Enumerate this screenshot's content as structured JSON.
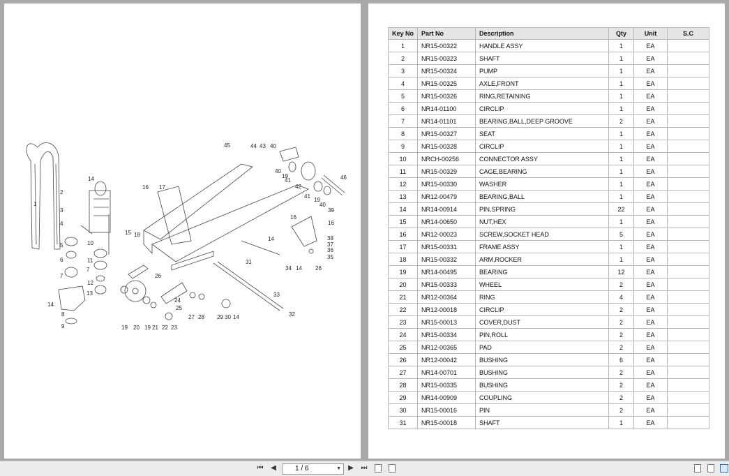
{
  "diagram": {
    "callouts": [
      "1",
      "2",
      "3",
      "4",
      "5",
      "6",
      "7",
      "8",
      "9",
      "10",
      "11",
      "7",
      "12",
      "13",
      "14",
      "14",
      "15",
      "16",
      "17",
      "18",
      "19",
      "20",
      "19",
      "21",
      "22",
      "23",
      "24",
      "25",
      "26",
      "27",
      "28",
      "29",
      "30",
      "14",
      "31",
      "32",
      "33",
      "14",
      "34",
      "14",
      "26",
      "35",
      "36",
      "37",
      "38",
      "16",
      "16",
      "39",
      "40",
      "19",
      "41",
      "42",
      "41",
      "40",
      "19",
      "40",
      "43",
      "44",
      "45",
      "46",
      "14"
    ]
  },
  "table": {
    "headers": [
      "Key No",
      "Part No",
      "Description",
      "Qty",
      "Unit",
      "S.C"
    ],
    "rows": [
      [
        "1",
        "NR15-00322",
        "HANDLE ASSY",
        "1",
        "EA",
        ""
      ],
      [
        "2",
        "NR15-00323",
        "SHAFT",
        "1",
        "EA",
        ""
      ],
      [
        "3",
        "NR15-00324",
        "PUMP",
        "1",
        "EA",
        ""
      ],
      [
        "4",
        "NR15-00325",
        "AXLE,FRONT",
        "1",
        "EA",
        ""
      ],
      [
        "5",
        "NR15-00326",
        "RING,RETAINING",
        "1",
        "EA",
        ""
      ],
      [
        "6",
        "NR14-01100",
        "CIRCLIP",
        "1",
        "EA",
        ""
      ],
      [
        "7",
        "NR14-01101",
        "BEARING,BALL,DEEP GROOVE",
        "2",
        "EA",
        ""
      ],
      [
        "8",
        "NR15-00327",
        "SEAT",
        "1",
        "EA",
        ""
      ],
      [
        "9",
        "NR15-00328",
        "CIRCLIP",
        "1",
        "EA",
        ""
      ],
      [
        "10",
        "NRCH-00256",
        "CONNECTOR ASSY",
        "1",
        "EA",
        ""
      ],
      [
        "11",
        "NR15-00329",
        "CAGE,BEARING",
        "1",
        "EA",
        ""
      ],
      [
        "12",
        "NR15-00330",
        "WASHER",
        "1",
        "EA",
        ""
      ],
      [
        "13",
        "NR12-00479",
        "BEARING,BALL",
        "1",
        "EA",
        ""
      ],
      [
        "14",
        "NR14-00914",
        "PIN,SPRING",
        "22",
        "EA",
        ""
      ],
      [
        "15",
        "NR14-00650",
        "NUT,HEX",
        "1",
        "EA",
        ""
      ],
      [
        "16",
        "NR12-00023",
        "SCREW,SOCKET HEAD",
        "5",
        "EA",
        ""
      ],
      [
        "17",
        "NR15-00331",
        "FRAME ASSY",
        "1",
        "EA",
        ""
      ],
      [
        "18",
        "NR15-00332",
        "ARM,ROCKER",
        "1",
        "EA",
        ""
      ],
      [
        "19",
        "NR14-00495",
        "BEARING",
        "12",
        "EA",
        ""
      ],
      [
        "20",
        "NR15-00333",
        "WHEEL",
        "2",
        "EA",
        ""
      ],
      [
        "21",
        "NR12-00364",
        "RING",
        "4",
        "EA",
        ""
      ],
      [
        "22",
        "NR12-00018",
        "CIRCLIP",
        "2",
        "EA",
        ""
      ],
      [
        "23",
        "NR15-00013",
        "COVER,DUST",
        "2",
        "EA",
        ""
      ],
      [
        "24",
        "NR15-00334",
        "PIN,ROLL",
        "2",
        "EA",
        ""
      ],
      [
        "25",
        "NR12-00365",
        "PAD",
        "2",
        "EA",
        ""
      ],
      [
        "26",
        "NR12-00042",
        "BUSHING",
        "6",
        "EA",
        ""
      ],
      [
        "27",
        "NR14-00701",
        "BUSHING",
        "2",
        "EA",
        ""
      ],
      [
        "28",
        "NR15-00335",
        "BUSHING",
        "2",
        "EA",
        ""
      ],
      [
        "29",
        "NR14-00909",
        "COUPLING",
        "2",
        "EA",
        ""
      ],
      [
        "30",
        "NR15-00016",
        "PIN",
        "2",
        "EA",
        ""
      ],
      [
        "31",
        "NR15-00018",
        "SHAFT",
        "1",
        "EA",
        ""
      ]
    ]
  },
  "toolbar": {
    "page_indicator": "1 / 6",
    "icons": [
      "first-page-icon",
      "previous-page-icon",
      "next-page-icon",
      "last-page-icon",
      "fit-width-icon",
      "fit-page-icon",
      "single-page-icon",
      "continuous-page-icon",
      "two-page-icon"
    ]
  }
}
